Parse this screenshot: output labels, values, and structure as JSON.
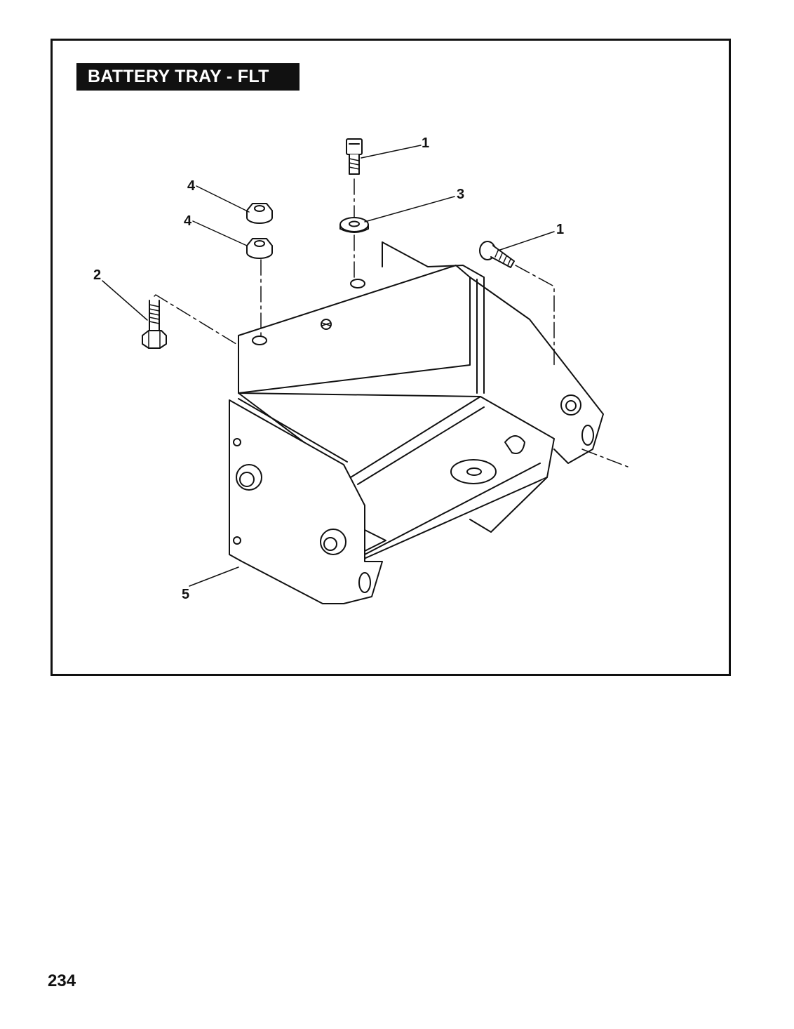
{
  "title": "BATTERY TRAY - FLT",
  "page_number": "234",
  "callouts": [
    "1",
    "1",
    "2",
    "3",
    "4",
    "4",
    "5"
  ]
}
